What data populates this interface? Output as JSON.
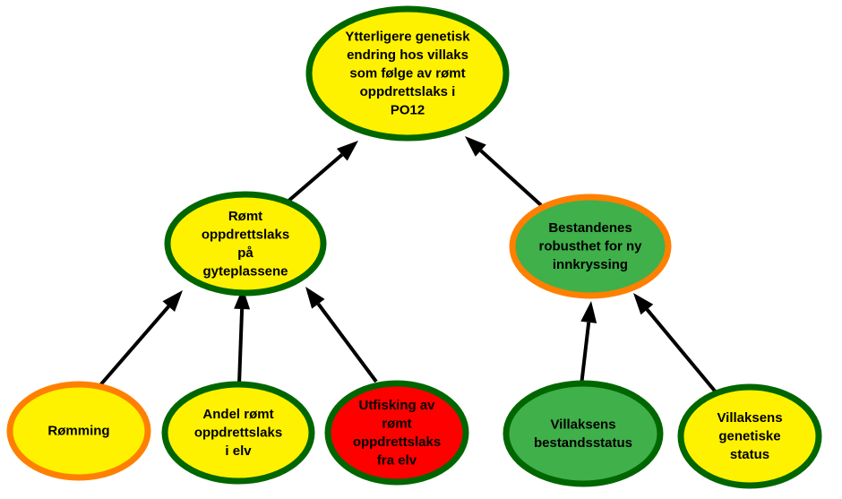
{
  "colors": {
    "yellow": "#FFF200",
    "green_fill": "#3FB04A",
    "red": "#FF0000",
    "dark_green_border": "#006600",
    "orange_border": "#FF8000"
  },
  "nodes": [
    {
      "id": "top",
      "lines": [
        "Ytterligere genetisk",
        "endring hos villaks",
        "som følge av rømt",
        "oppdrettslaks i",
        "PO12"
      ],
      "fill": "yellow",
      "border": "dark_green_border"
    },
    {
      "id": "escaped-on-spawning",
      "lines": [
        "Rømt",
        "oppdrettslaks",
        "på",
        "gyteplassene"
      ],
      "fill": "yellow",
      "border": "dark_green_border"
    },
    {
      "id": "robustness",
      "lines": [
        "Bestandenes",
        "robusthet for ny",
        "innkryssing"
      ],
      "fill": "green_fill",
      "border": "orange_border"
    },
    {
      "id": "escape",
      "lines": [
        "Rømming"
      ],
      "fill": "yellow",
      "border": "orange_border"
    },
    {
      "id": "share-in-river",
      "lines": [
        "Andel rømt",
        "oppdrettslaks",
        "i elv"
      ],
      "fill": "yellow",
      "border": "dark_green_border"
    },
    {
      "id": "removal",
      "lines": [
        "Utfisking av",
        "rømt",
        "oppdrettslaks",
        "fra elv"
      ],
      "fill": "red",
      "border": "dark_green_border"
    },
    {
      "id": "stock-status",
      "lines": [
        "Villaksens",
        "bestandsstatus"
      ],
      "fill": "green_fill",
      "border": "dark_green_border"
    },
    {
      "id": "genetic-status",
      "lines": [
        "Villaksens",
        "genetiske",
        "status"
      ],
      "fill": "yellow",
      "border": "dark_green_border"
    }
  ],
  "edges": [
    {
      "from": "escaped-on-spawning",
      "to": "top"
    },
    {
      "from": "robustness",
      "to": "top"
    },
    {
      "from": "escape",
      "to": "escaped-on-spawning"
    },
    {
      "from": "share-in-river",
      "to": "escaped-on-spawning"
    },
    {
      "from": "removal",
      "to": "escaped-on-spawning"
    },
    {
      "from": "stock-status",
      "to": "robustness"
    },
    {
      "from": "genetic-status",
      "to": "robustness"
    }
  ]
}
